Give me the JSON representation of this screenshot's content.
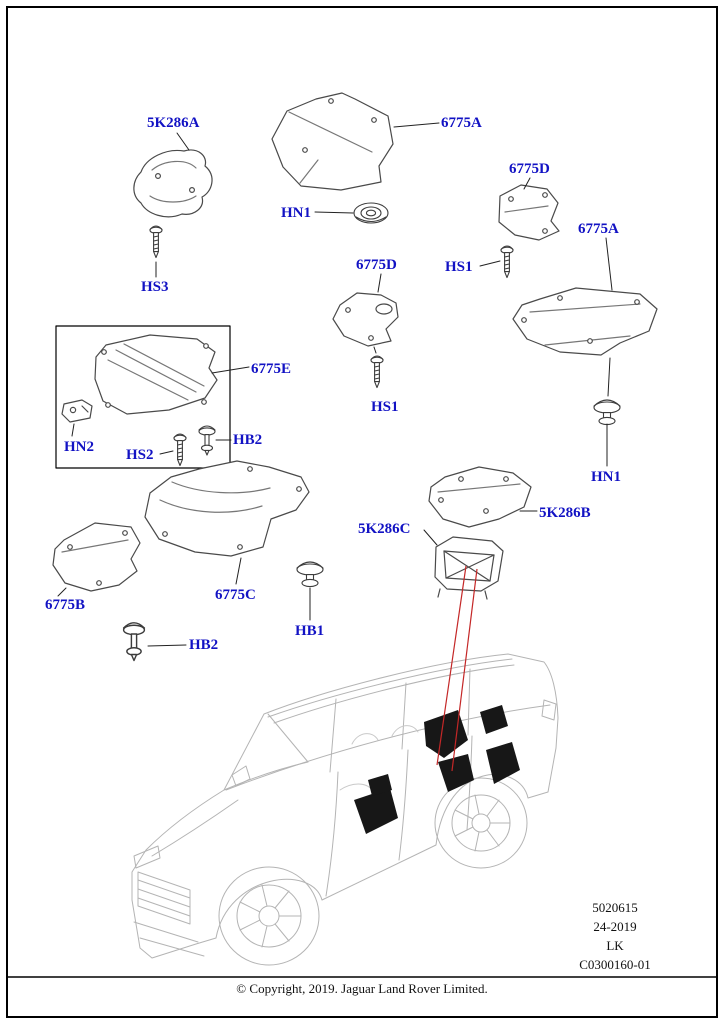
{
  "page": {
    "copyright": "© Copyright, 2019. Jaguar Land Rover Limited.",
    "doc_lines": [
      "5020615",
      "24-2019",
      "LK",
      "C0300160-01"
    ]
  },
  "colors": {
    "callout_blue": "#1212c4",
    "location_line_red": "#c42727",
    "frame_black": "#000000"
  },
  "callouts": {
    "c_5k286a": "5K286A",
    "c_6775a_top": "6775A",
    "c_hn1_top": "HN1",
    "c_6775d_top": "6775D",
    "c_hs1_top": "HS1",
    "c_6775a_right": "6775A",
    "c_hs3": "HS3",
    "c_6775d_mid": "6775D",
    "c_hs1_mid": "HS1",
    "c_6775e": "6775E",
    "c_hn2": "HN2",
    "c_hs2": "HS2",
    "c_hb2_top": "HB2",
    "c_hn1_right": "HN1",
    "c_5k286b": "5K286B",
    "c_5k286c": "5K286C",
    "c_6775c": "6775C",
    "c_6775b": "6775B",
    "c_hb1": "HB1",
    "c_hb2_bottom": "HB2"
  }
}
